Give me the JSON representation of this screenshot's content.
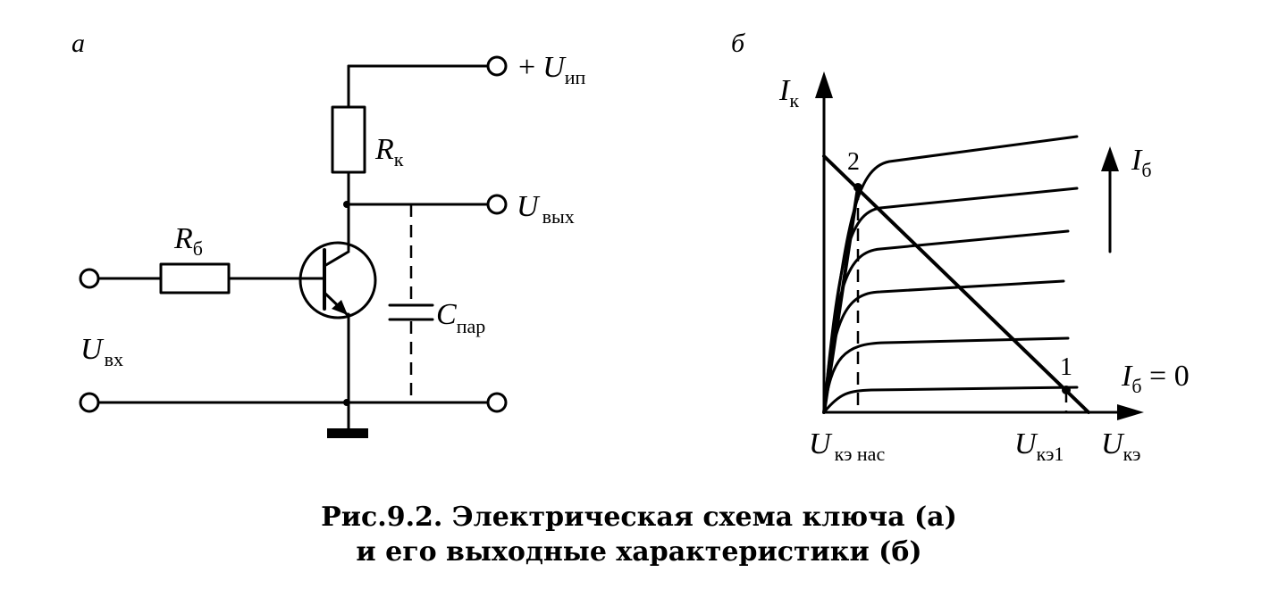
{
  "panels": {
    "a": "а",
    "b": "б"
  },
  "circuit": {
    "supply": {
      "prefix": "+",
      "symbol": "U",
      "sub": "ип"
    },
    "output": {
      "symbol": "U",
      "sub": "вых"
    },
    "input": {
      "symbol": "U",
      "sub": "вх"
    },
    "collector_resistor": {
      "symbol": "R",
      "sub": "к"
    },
    "base_resistor": {
      "symbol": "R",
      "sub": "б"
    },
    "parasitic_capacitor": {
      "symbol": "C",
      "sub": "пар"
    }
  },
  "graph": {
    "y_axis": {
      "symbol": "I",
      "sub": "к"
    },
    "x_axis": {
      "symbol": "U",
      "sub": "кэ"
    },
    "base_current_arrow": {
      "symbol": "I",
      "sub": "б"
    },
    "zero_curve_label": {
      "symbol": "I",
      "sub": "б",
      "suffix": " = 0"
    },
    "point_1": "1",
    "point_2": "2",
    "x_tick_sat": {
      "symbol": "U",
      "sub": "кэ нас"
    },
    "x_tick_1": {
      "symbol": "U",
      "sub": "кэ1"
    },
    "curve_count": 6
  },
  "caption": {
    "line1": "Рис.9.2. Электрическая схема ключа (а)",
    "line2": "и его выходные характеристики (б)"
  }
}
